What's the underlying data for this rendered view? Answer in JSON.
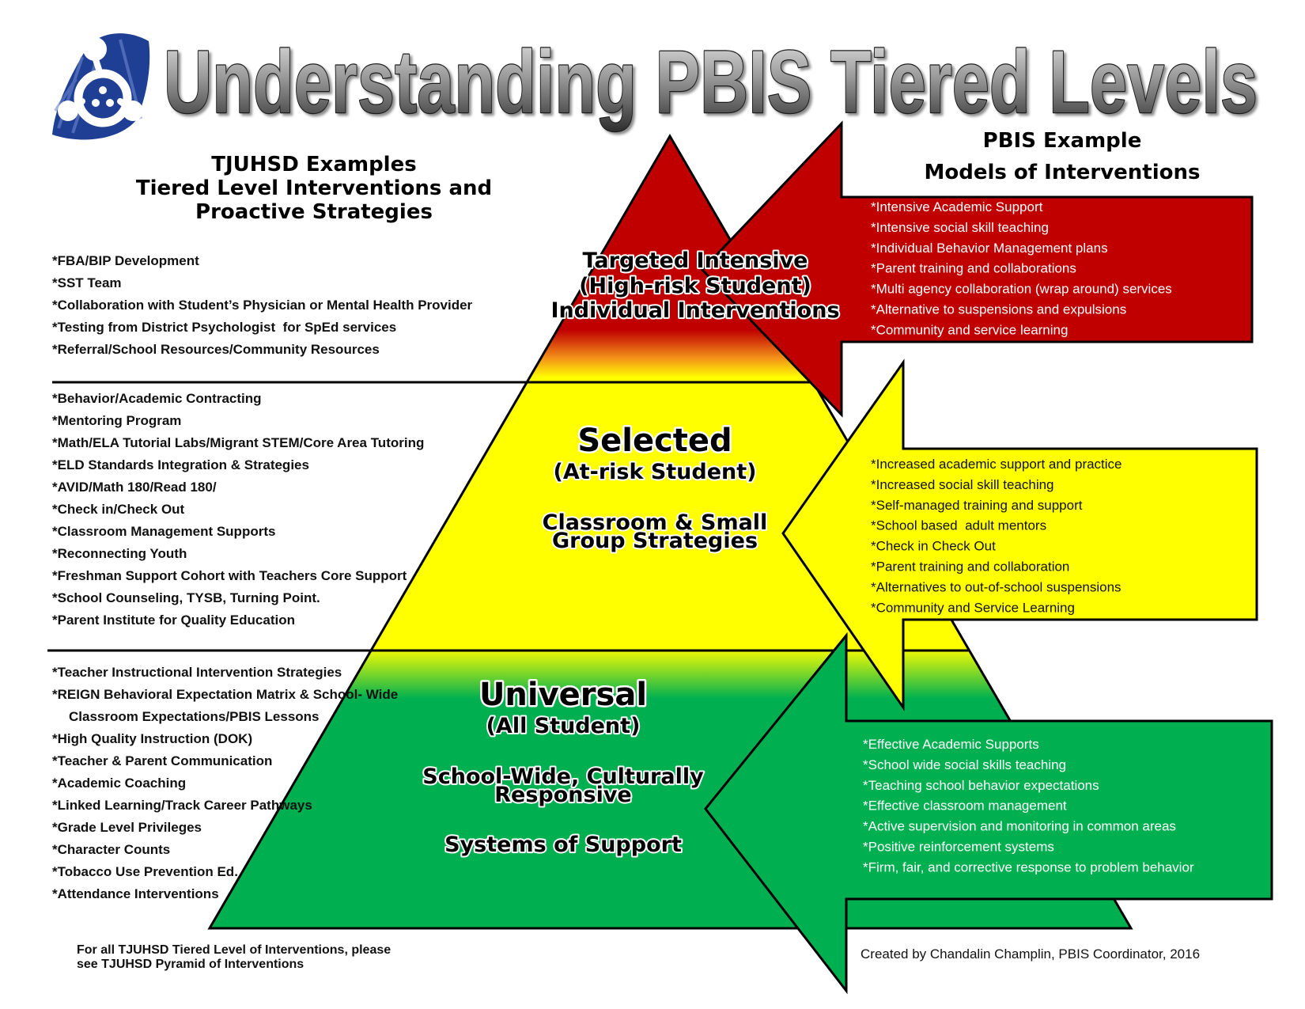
{
  "title": "Understanding PBIS Tiered Levels",
  "logo_icon": "pbis-people-circle-logo",
  "left_panel": {
    "heading": {
      "line1": "TJUHSD Examples",
      "line2": "Tiered Level Interventions and",
      "line3": "Proactive Strategies"
    },
    "tier_intensive": [
      "*FBA/BIP Development",
      "*SST Team",
      "*Collaboration with Student’s Physician or Mental Health Provider",
      "*Testing from District Psychologist  for SpEd services",
      "*Referral/School Resources/Community Resources"
    ],
    "tier_selected": [
      "*Behavior/Academic Contracting",
      "*Mentoring Program",
      "*Math/ELA Tutorial Labs/Migrant STEM/Core Area Tutoring",
      "*ELD Standards Integration & Strategies",
      "*AVID/Math 180/Read 180/",
      "*Check in/Check Out",
      "*Classroom Management Supports",
      "*Reconnecting Youth",
      "*Freshman Support Cohort with Teachers Core Support",
      "*School Counseling, TYSB, Turning Point.",
      "*Parent Institute for Quality Education"
    ],
    "tier_universal": [
      "*Teacher Instructional Intervention Strategies",
      "*REIGN Behavioral Expectation Matrix & School- Wide",
      "Classroom Expectations/PBIS Lessons",
      "*High Quality Instruction (DOK)",
      "*Teacher & Parent Communication",
      "*Academic Coaching",
      "*Linked Learning/Track Career Pathways",
      "*Grade Level Privileges",
      "*Character Counts",
      "*Tobacco Use Prevention Ed.",
      "*Attendance Interventions"
    ]
  },
  "pyramid": {
    "intensive": {
      "line1": "Targeted Intensive",
      "line2": "(High-risk Student)",
      "line3": "Individual Interventions"
    },
    "selected": {
      "name": "Selected",
      "group": "(At-risk Student)",
      "strategy_line1": "Classroom & Small",
      "strategy_line2": "Group Strategies"
    },
    "universal": {
      "name": "Universal",
      "group": "(All Student)",
      "strategy_line1": "School-Wide, Culturally",
      "strategy_line2": "Responsive",
      "support": "Systems of Support"
    }
  },
  "right_panel": {
    "heading": {
      "line1": "PBIS Example",
      "line2": "Models of Interventions"
    },
    "models_intensive": [
      "*Intensive Academic Support",
      "*Intensive social skill teaching",
      "*Individual Behavior Management plans",
      "*Parent training and collaborations",
      "*Multi agency collaboration (wrap around) services",
      "*Alternative to suspensions and expulsions",
      "*Community and service learning"
    ],
    "models_selected": [
      "*Increased academic support and practice",
      "*Increased social skill teaching",
      "*Self-managed training and support",
      "*School based  adult mentors",
      "*Check in Check Out",
      "*Parent training and collaboration",
      "*Alternatives to out-of-school suspensions",
      "*Community and Service Learning"
    ],
    "models_universal": [
      "*Effective Academic Supports",
      "*School wide social skills teaching",
      "*Teaching school behavior expectations",
      "*Effective classroom management",
      "*Active supervision and monitoring in common areas",
      "*Positive reinforcement systems",
      "*Firm, fair, and corrective response to problem behavior"
    ]
  },
  "footer": {
    "note_line1": "For all TJUHSD Tiered Level of Interventions, please",
    "note_line2": "see TJUHSD Pyramid of Interventions",
    "credit": "Created by Chandalin Champlin, PBIS Coordinator, 2016"
  },
  "colors": {
    "intensive": "#c00000",
    "transition": "#f39019",
    "selected": "#ffff00",
    "universal": "#00b050",
    "title_light": "#e6e6e6",
    "title_mid": "#9a9a9a",
    "title_dark": "#2e2e2e",
    "logo_blue": "#1f3f95"
  }
}
